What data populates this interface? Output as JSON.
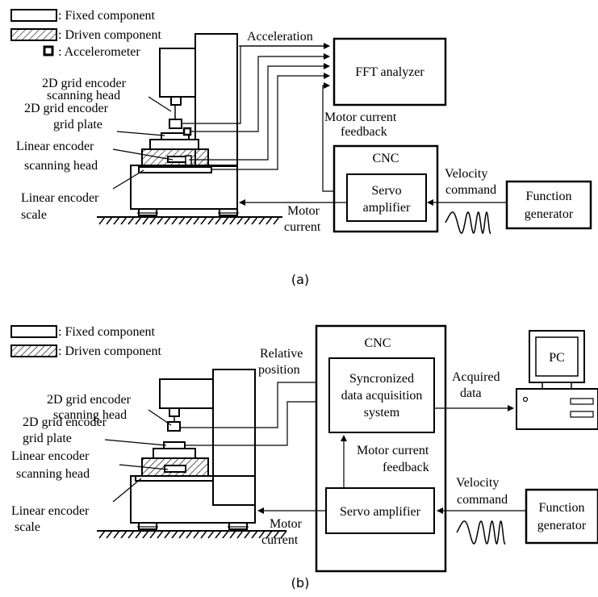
{
  "panel_a": {
    "legend": {
      "fixed": ": Fixed component",
      "driven": ": Driven component",
      "accelerometer": ": Accelerometer"
    },
    "labels": {
      "head_2d_l1": "2D grid encoder",
      "head_2d_l2": "scanning head",
      "plate_2d_l1": "2D grid encoder",
      "plate_2d_l2": "grid plate",
      "lin_head_l1": "Linear encoder",
      "lin_head_l2": "scanning head",
      "lin_scale_l1": "Linear encoder",
      "lin_scale_l2": "scale",
      "acceleration": "Acceleration",
      "fft": "FFT analyzer",
      "mcf_l1": "Motor current",
      "mcf_l2": "feedback",
      "cnc": "CNC",
      "servo_l1": "Servo",
      "servo_l2": "amplifier",
      "vel_l1": "Velocity",
      "vel_l2": "command",
      "func_l1": "Function",
      "func_l2": "generator",
      "mc_l1": "Motor",
      "mc_l2": "current"
    },
    "caption": "(a)"
  },
  "panel_b": {
    "legend": {
      "fixed": ": Fixed component",
      "driven": ": Driven component"
    },
    "labels": {
      "head_2d_l1": "2D grid encoder",
      "head_2d_l2": "scanning head",
      "plate_2d_l1": "2D grid encoder",
      "plate_2d_l2": "grid plate",
      "lin_head_l1": "Linear encoder",
      "lin_head_l2": "scanning head",
      "lin_scale_l1": "Linear encoder",
      "lin_scale_l2": "scale",
      "relpos_l1": "Relative",
      "relpos_l2": "position",
      "cnc": "CNC",
      "sync_l1": "Syncronized",
      "sync_l2": "data acquisition",
      "sync_l3": "system",
      "acq_l1": "Acquired",
      "acq_l2": "data",
      "pc": "PC",
      "mcf_l1": "Motor current",
      "mcf_l2": "feedback",
      "servo": "Servo amplifier",
      "vel_l1": "Velocity",
      "vel_l2": "command",
      "func_l1": "Function",
      "func_l2": "generator",
      "mc_l1": "Motor",
      "mc_l2": "current"
    },
    "caption": "(b)"
  },
  "icons": [
    "fixed-component-swatch",
    "driven-component-swatch",
    "accelerometer-swatch",
    "velocity-sine-wave",
    "pc-monitor",
    "pc-tower",
    "ground-hatch"
  ]
}
